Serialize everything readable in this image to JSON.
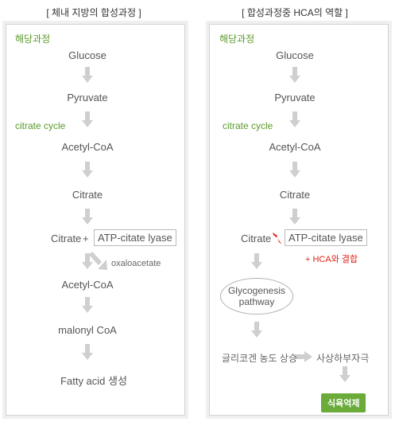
{
  "left": {
    "title": "[ 체내 지방의 합성과정 ]",
    "glycolysis_label": "해당과정",
    "citrate_cycle_label": "citrate cycle",
    "steps": [
      "Glucose",
      "Pyruvate",
      "Acetyl-CoA",
      "Citrate"
    ],
    "citrate_plus": "Citrate",
    "plus": "+",
    "enzyme": "ATP-citate lyase",
    "byproduct": "oxaloacetate",
    "steps_after": [
      "Acetyl-CoA",
      "malonyl CoA",
      "Fatty acid 생성"
    ]
  },
  "right": {
    "title": "[ 합성과정중 HCA의 역할 ]",
    "glycolysis_label": "해당과정",
    "citrate_cycle_label": "citrate cycle",
    "steps": [
      "Glucose",
      "Pyruvate",
      "Acetyl-CoA",
      "Citrate"
    ],
    "citrate_label": "Citrate",
    "enzyme": "ATP-citate lyase",
    "hca_binding": "+ HCA와 결합",
    "glycogenesis_line1": "Glycogenesis",
    "glycogenesis_line2": "pathway",
    "glycogen_rise": "글리코겐 농도 상승",
    "satiety": "사상하부자극",
    "appetite_suppression": "식욕억제"
  },
  "colors": {
    "arrow": "#cfcfcf",
    "accent_green": "#5a9a2a",
    "button_green": "#6aab3a",
    "inhibit_red": "#e2231a"
  }
}
